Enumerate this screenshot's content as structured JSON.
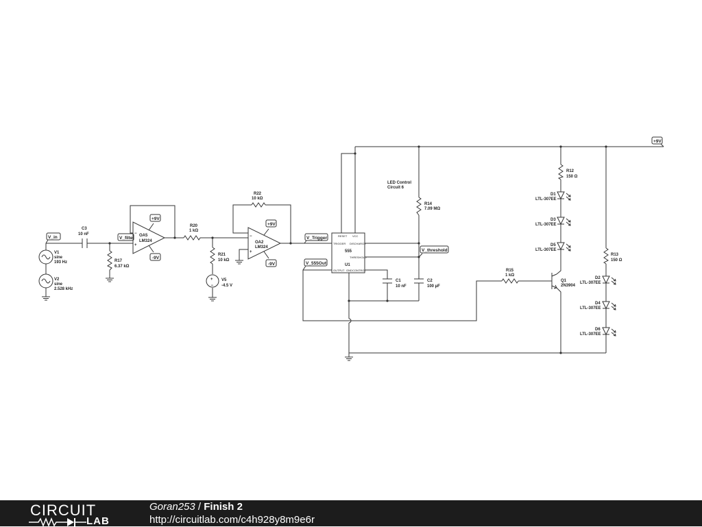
{
  "components": {
    "v_in": "V_in",
    "c3": {
      "ref": "C3",
      "value": "10 nF"
    },
    "v1": {
      "ref": "V1",
      "type": "sine",
      "value": "193 Hz"
    },
    "v2": {
      "ref": "V2",
      "type": "sine",
      "value": "2.528 kHz"
    },
    "r17": {
      "ref": "R17",
      "value": "6.37 kΩ"
    },
    "v_filter": "V_filte",
    "oa5": {
      "ref": "OA5",
      "part": "LM324"
    },
    "oa5_pos": "+9V",
    "oa5_neg": "-9V",
    "r20": {
      "ref": "R20",
      "value": "1 kΩ"
    },
    "r21": {
      "ref": "R21",
      "value": "10 kΩ"
    },
    "v5": {
      "ref": "V5",
      "value": "-4.5 V"
    },
    "r22": {
      "ref": "R22",
      "value": "10 kΩ"
    },
    "oa2": {
      "ref": "OA2",
      "part": "LM324"
    },
    "oa2_pos": "+9V",
    "oa2_neg": "-9V",
    "v_trigger": "V_Trigger",
    "v_555out": "V_555Out",
    "u1": {
      "ref": "U1",
      "part": "555",
      "pins": {
        "reset": "RESET",
        "vcc": "VCC",
        "trigger": "TRIGGER",
        "discharge": "DISCHARGE",
        "threshold": "THRESHOLD",
        "output": "OUTPUT",
        "gnd": "GND",
        "control": "CONTROL"
      }
    },
    "note": {
      "line1": "LED Control",
      "line2": "Circuit 6"
    },
    "r14": {
      "ref": "R14",
      "value": "7.09 MΩ"
    },
    "v_threshold": "V_threshold",
    "c1": {
      "ref": "C1",
      "value": "10 nF"
    },
    "c2": {
      "ref": "C2",
      "value": "100 µF"
    },
    "r15": {
      "ref": "R15",
      "value": "1 kΩ"
    },
    "q1": {
      "ref": "Q1",
      "part": "2N3904"
    },
    "r12": {
      "ref": "R12",
      "value": "150 Ω"
    },
    "r13": {
      "ref": "R13",
      "value": "150 Ω"
    },
    "d1": {
      "ref": "D1",
      "part": "LTL-307EE"
    },
    "d3": {
      "ref": "D3",
      "part": "LTL-307EE"
    },
    "d5": {
      "ref": "D5",
      "part": "LTL-307EE"
    },
    "d2": {
      "ref": "D2",
      "part": "LTL-307EE"
    },
    "d4": {
      "ref": "D4",
      "part": "LTL-307EE"
    },
    "d6": {
      "ref": "D6",
      "part": "LTL-307EE"
    },
    "supply": "+9V"
  },
  "footer": {
    "logo_top": "CIRCUIT",
    "logo_bottom": "LAB",
    "author": "Goran253",
    "separator": " / ",
    "title": "Finish 2",
    "url": "http://circuitlab.com/c4h928y8m9e6r"
  },
  "colors": {
    "footer_bg": "#1c1c1c",
    "wire": "#333333"
  }
}
